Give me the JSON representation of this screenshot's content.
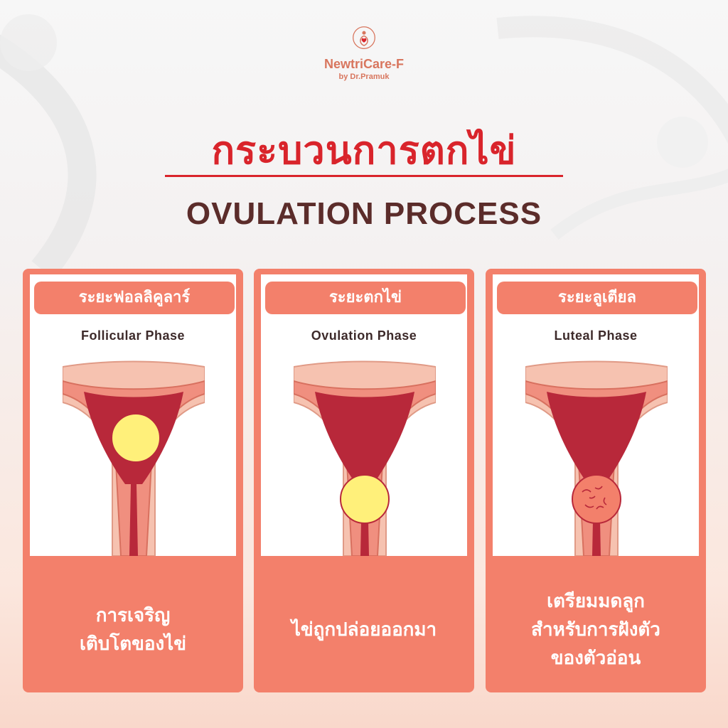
{
  "brand": {
    "name": "NewtriCare-F",
    "byline": "by Dr.Pramuk"
  },
  "title": {
    "thai": "กระบวนการตกไข่",
    "english": "OVULATION PROCESS"
  },
  "colors": {
    "accent_red": "#d9242b",
    "coral": "#f3806b",
    "dark_brown": "#5b2c2a",
    "egg_yellow": "#fff07a",
    "uterus_dark": "#b8283a"
  },
  "phases": [
    {
      "label_th": "ระยะฟอลลิคูลาร์",
      "label_en": "Follicular Phase",
      "description": "การเจริญ\nเติบโตของไข่",
      "egg_state": "follicle-in-uterus"
    },
    {
      "label_th": "ระยะตกไข่",
      "label_en": "Ovulation Phase",
      "description": "ไข่ถูกปล่อยออกมา",
      "egg_state": "egg-released"
    },
    {
      "label_th": "ระยะลูเตียล",
      "label_en": "Luteal Phase",
      "description": "เตรียมมดลูก\nสำหรับการฝังตัว\nของตัวอ่อน",
      "egg_state": "corpus-luteum"
    }
  ]
}
